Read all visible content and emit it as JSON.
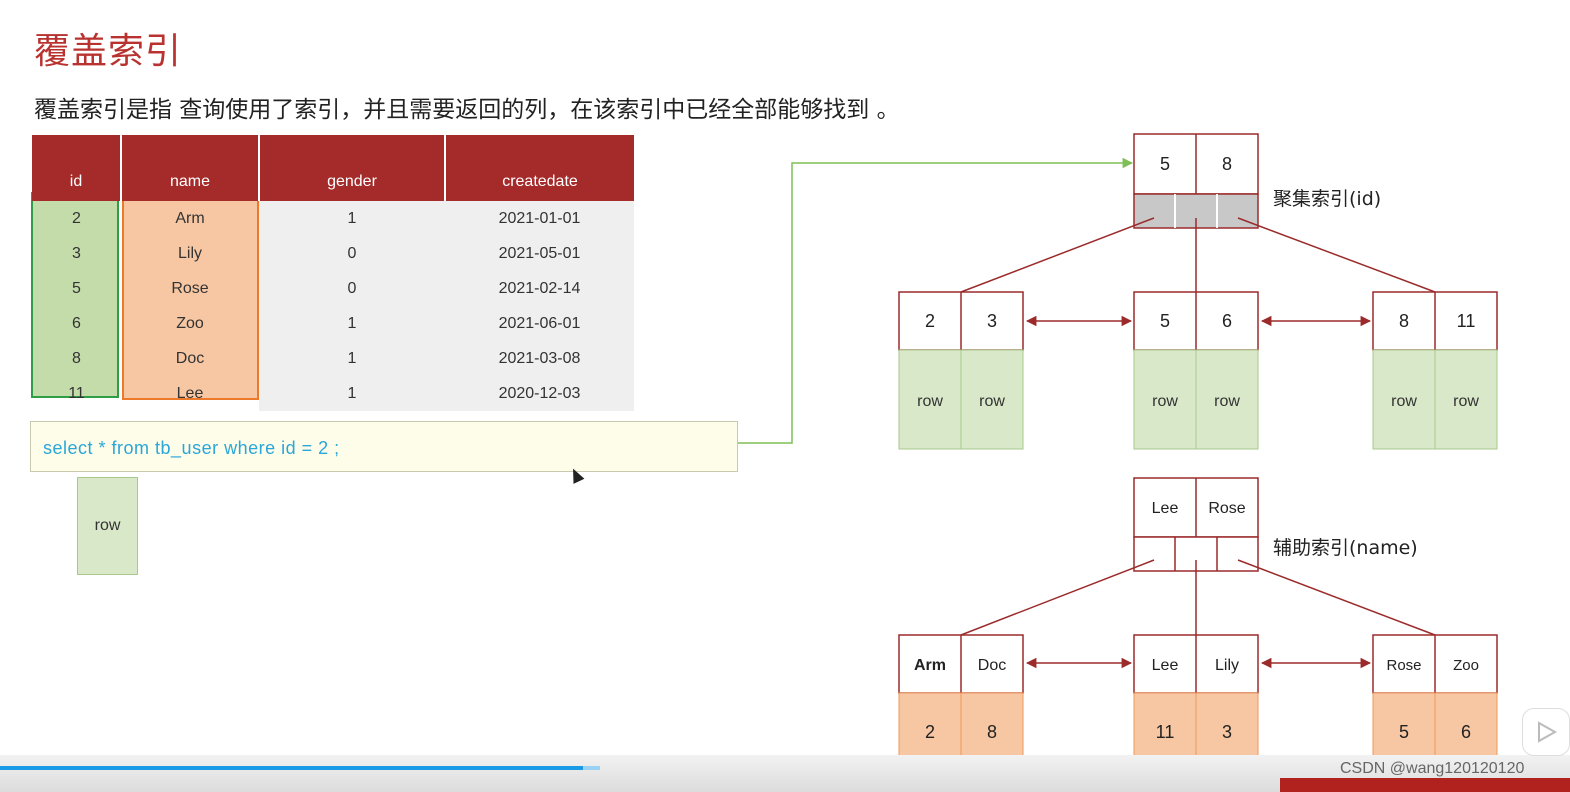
{
  "title": "覆盖索引",
  "subtitle": "覆盖索引是指 查询使用了索引，并且需要返回的列，在该索引中已经全部能够找到 。",
  "table": {
    "headers": [
      "id",
      "name",
      "gender",
      "createdate"
    ],
    "rows": [
      [
        "2",
        "Arm",
        "1",
        "2021-01-01"
      ],
      [
        "3",
        "Lily",
        "0",
        "2021-05-01"
      ],
      [
        "5",
        "Rose",
        "0",
        "2021-02-14"
      ],
      [
        "6",
        "Zoo",
        "1",
        "2021-06-01"
      ],
      [
        "8",
        "Doc",
        "1",
        "2021-03-08"
      ],
      [
        "11",
        "Lee",
        "1",
        "2020-12-03"
      ]
    ]
  },
  "sql": "select  *  from  tb_user  where  id  =  2 ;",
  "result_row_label": "row",
  "clustered_index": {
    "label": "聚集索引(id)",
    "root_keys": [
      "5",
      "8"
    ],
    "leaves": [
      {
        "keys": [
          "2",
          "3"
        ],
        "values": [
          "row",
          "row"
        ]
      },
      {
        "keys": [
          "5",
          "6"
        ],
        "values": [
          "row",
          "row"
        ]
      },
      {
        "keys": [
          "8",
          "11"
        ],
        "values": [
          "row",
          "row"
        ]
      }
    ]
  },
  "secondary_index": {
    "label": "辅助索引(name)",
    "root_keys": [
      "Lee",
      "Rose"
    ],
    "leaves": [
      {
        "keys": [
          "Arm",
          "Doc"
        ],
        "values": [
          "2",
          "8"
        ]
      },
      {
        "keys": [
          "Lee",
          "Lily"
        ],
        "values": [
          "11",
          "3"
        ]
      },
      {
        "keys": [
          "Rose",
          "Zoo"
        ],
        "values": [
          "5",
          "6"
        ]
      }
    ]
  },
  "watermark": "CSDN @wang120120120",
  "colors": {
    "accent_red": "#a52a2a",
    "title_red": "#b8322f",
    "id_highlight": "#c3dcaa",
    "name_highlight": "#f7c7a3",
    "sql_text": "#2aa6d9"
  }
}
